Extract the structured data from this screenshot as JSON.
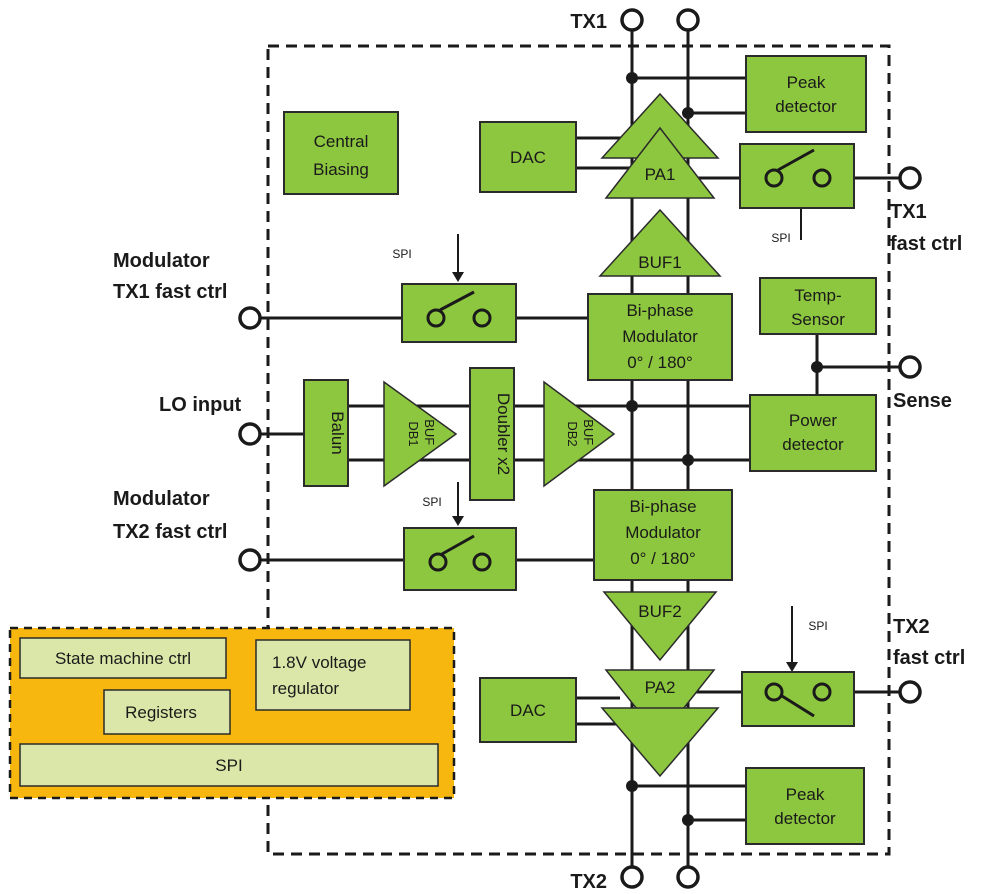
{
  "pins": {
    "tx1_top": "TX1",
    "tx2_bottom": "TX2",
    "mod_tx1": [
      "Modulator",
      "TX1 fast ctrl"
    ],
    "lo_input": "LO input",
    "mod_tx2": [
      "Modulator",
      "TX2 fast ctrl"
    ],
    "tx1_fast": [
      "TX1",
      "fast ctrl"
    ],
    "sense": "Sense",
    "tx2_fast": [
      "TX2",
      "fast ctrl"
    ]
  },
  "blocks": {
    "central_biasing": [
      "Central",
      "Biasing"
    ],
    "dac_top": "DAC",
    "dac_bottom": "DAC",
    "peak_top": [
      "Peak",
      "detector"
    ],
    "peak_bottom": [
      "Peak",
      "detector"
    ],
    "pa1": "PA1",
    "pa2": "PA2",
    "buf1": "BUF1",
    "buf2": "BUF2",
    "bpm_top": [
      "Bi-phase",
      "Modulator",
      "0° / 180°"
    ],
    "bpm_bottom": [
      "Bi-phase",
      "Modulator",
      "0° / 180°"
    ],
    "temp_sensor": [
      "Temp-",
      "Sensor"
    ],
    "power_detector": [
      "Power",
      "detector"
    ],
    "balun": "Balun",
    "buf_db1": [
      "BUF",
      "DB1"
    ],
    "doubler": "Doubler x2",
    "buf_db2": [
      "BUF",
      "DB2"
    ],
    "spi_label": "SPI"
  },
  "control_panel": {
    "state_machine": "State machine ctrl",
    "voltage_regulator": [
      "1.8V voltage",
      "regulator"
    ],
    "registers": "Registers",
    "spi": "SPI"
  },
  "colors": {
    "block_fill": "#8dc63f",
    "panel_fill": "#f7b70f",
    "panel_box_fill": "#dbe7a8"
  }
}
